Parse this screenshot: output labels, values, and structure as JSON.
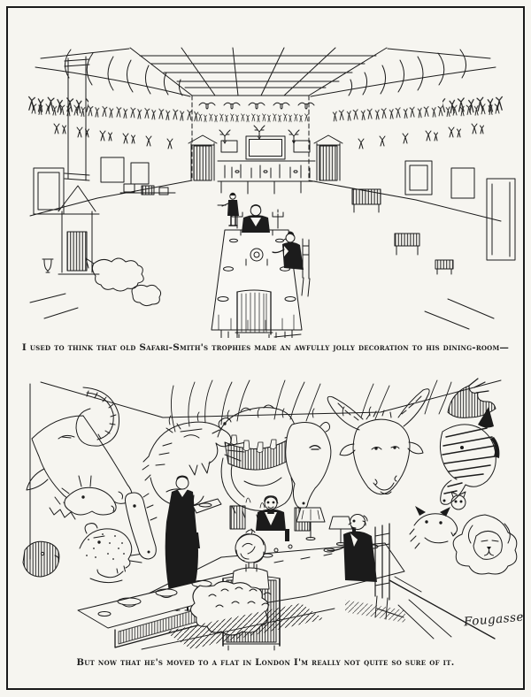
{
  "captions": {
    "top": "I used to think that old Safari-Smith's trophies made an awfully jolly decoration to his dining-room—",
    "bottom": "But now that he's moved to a flat in London I'm really not quite so sure of it."
  },
  "signature": "Fougasse",
  "colors": {
    "ink": "#1b1b1b",
    "paper": "#f6f5f0"
  }
}
